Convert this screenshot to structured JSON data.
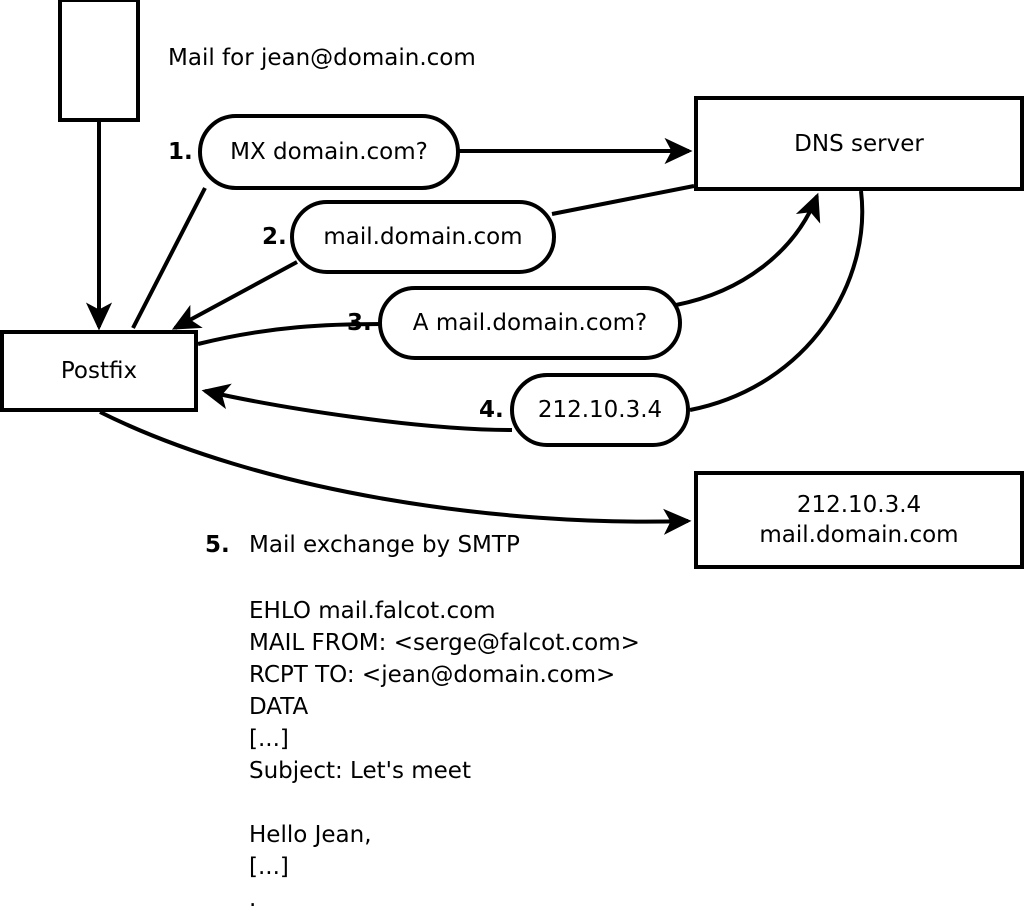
{
  "diagram": {
    "title_note": "Mail for jean@domain.com",
    "nodes": {
      "sender_box": {
        "label": ""
      },
      "postfix": {
        "label": "Postfix"
      },
      "dns_server": {
        "label": "DNS server"
      },
      "mail_server": {
        "line1": "212.10.3.4",
        "line2": "mail.domain.com"
      }
    },
    "steps": [
      {
        "num": "1.",
        "label": "MX domain.com?"
      },
      {
        "num": "2.",
        "label": "mail.domain.com"
      },
      {
        "num": "3.",
        "label": "A mail.domain.com?"
      },
      {
        "num": "4.",
        "label": "212.10.3.4"
      },
      {
        "num": "5.",
        "label": "Mail exchange by SMTP"
      }
    ],
    "smtp_transcript": "EHLO mail.falcot.com\nMAIL FROM: <serge@falcot.com>\nRCPT TO: <jean@domain.com>\nDATA\n[...]\nSubject: Let's meet\n\nHello Jean,\n[...]\n.",
    "colors": {
      "stroke": "#000000",
      "fill": "#ffffff"
    }
  }
}
